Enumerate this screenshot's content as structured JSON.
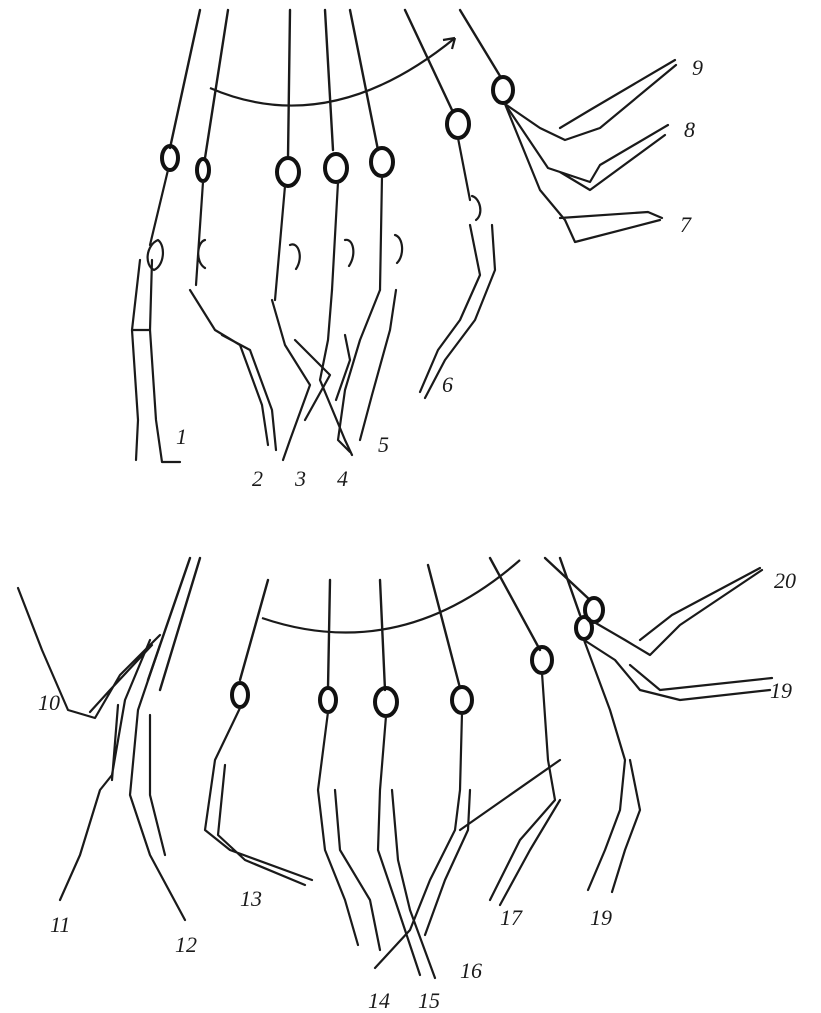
{
  "figure_labels": {
    "p1": "1",
    "p2": "2",
    "p3": "3",
    "p4": "4",
    "p5": "5",
    "p6": "6",
    "p7": "7",
    "p8": "8",
    "p9": "9",
    "p10": "10",
    "p11": "11",
    "p12": "12",
    "p13": "13",
    "p14": "14",
    "p15": "15",
    "p16": "16",
    "p17": "17",
    "p19a": "19",
    "p19b": "19",
    "p20": "20"
  }
}
